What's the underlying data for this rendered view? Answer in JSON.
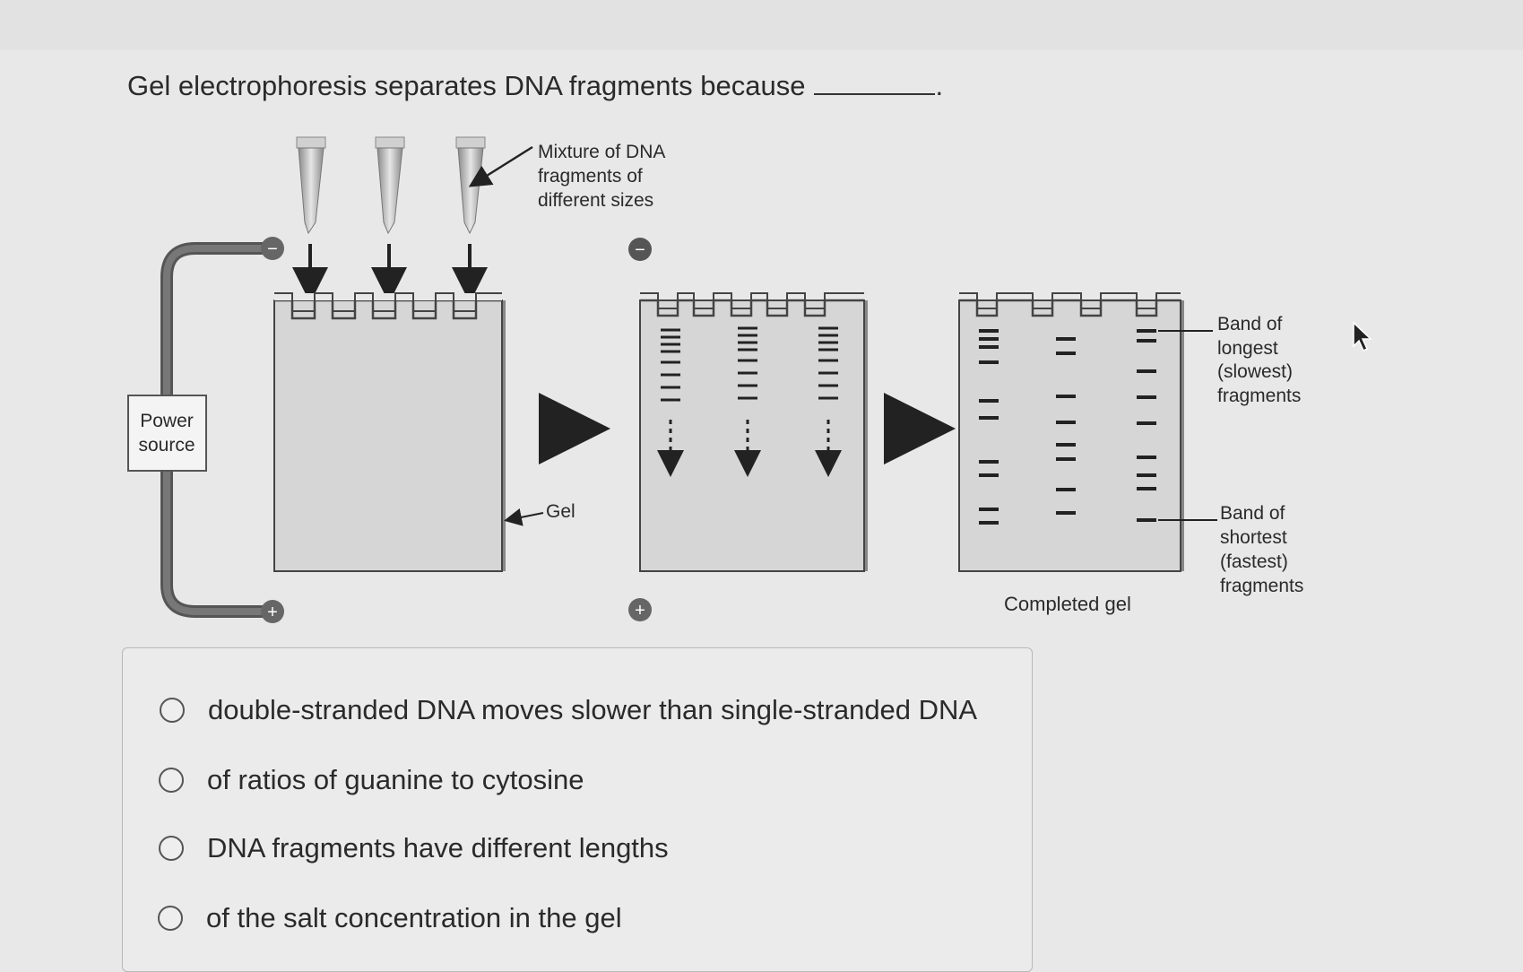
{
  "question": {
    "text": "Gel electrophoresis separates DNA fragments because",
    "trailing": "."
  },
  "diagram": {
    "mixture_label": [
      "Mixture of DNA",
      "fragments of",
      "different sizes"
    ],
    "power_label": [
      "Power",
      "source"
    ],
    "gel_label": "Gel",
    "completed_label": "Completed gel",
    "longest_label": [
      "Band of",
      "longest",
      "(slowest)",
      "fragments"
    ],
    "shortest_label": [
      "Band of",
      "shortest",
      "(fastest)",
      "fragments"
    ],
    "minus_sign": "−",
    "plus_sign": "+"
  },
  "options": [
    {
      "label": "double-stranded DNA moves slower than single-stranded DNA"
    },
    {
      "label": "of ratios of guanine to cytosine"
    },
    {
      "label": "DNA fragments have different lengths"
    },
    {
      "label": "of the salt concentration in the gel"
    }
  ],
  "icons": {
    "cursor": "mouse-pointer-icon",
    "radio": "radio-unselected-icon"
  }
}
